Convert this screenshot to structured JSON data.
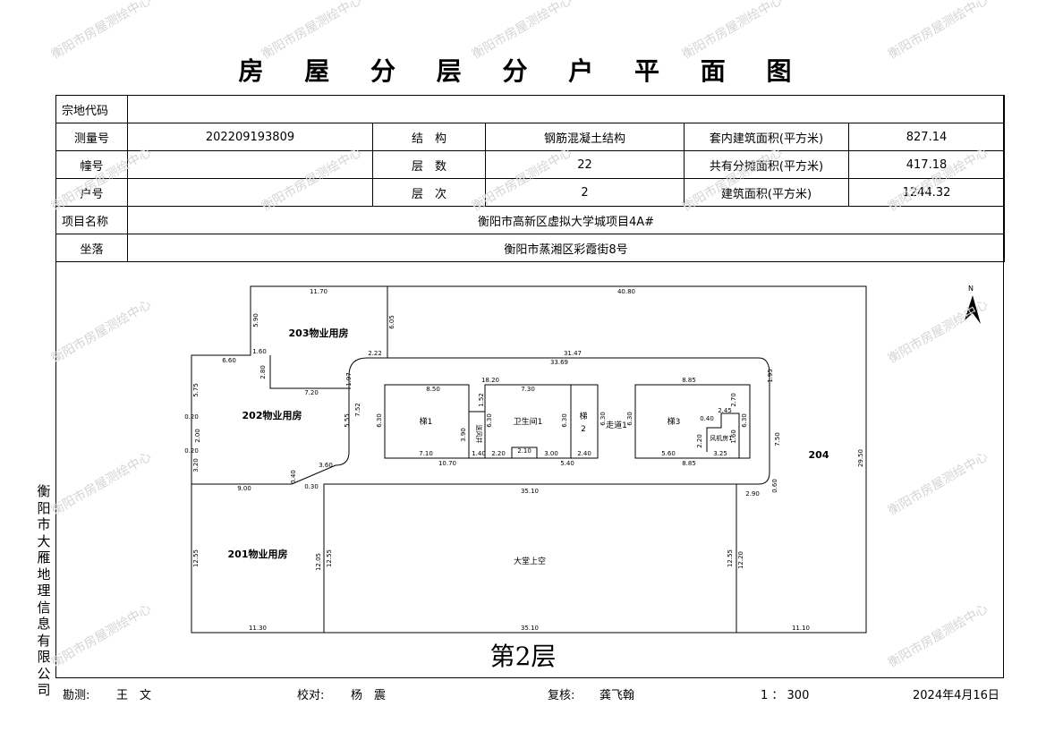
{
  "title": "房 屋 分 层 分 户 平 面 图",
  "watermark": "衡阳市房屋测绘中心",
  "info": {
    "zongdi_label": "宗地代码",
    "zongdi_value": "",
    "celiang_label": "测量号",
    "celiang_value": "202209193809",
    "jiegou_label": "结　构",
    "jiegou_value": "钢筋混凝土结构",
    "taonei_label": "套内建筑面积(平方米)",
    "taonei_value": "827.14",
    "zhuang_label": "幢号",
    "zhuang_value": "",
    "censhu_label": "层　数",
    "censhu_value": "22",
    "gongyou_label": "共有分摊面积(平方米)",
    "gongyou_value": "417.18",
    "hu_label": "户号",
    "hu_value": "",
    "cenci_label": "层　次",
    "cenci_value": "2",
    "jianzhu_label": "建筑面积(平方米)",
    "jianzhu_value": "1244.32",
    "xiangmu_label": "项目名称",
    "xiangmu_value": "衡阳市高新区虚拟大学城项目4A#",
    "zuoluo_label": "坐落",
    "zuoluo_value": "衡阳市蒸湘区彩霞街8号"
  },
  "side_text": [
    "衡",
    "阳",
    "市",
    "大",
    "雁",
    "地",
    "理",
    "信",
    "息",
    "有",
    "限",
    "公",
    "司"
  ],
  "plan": {
    "rooms": {
      "r203": "203物业用房",
      "r202": "202物业用房",
      "r201": "201物业用房",
      "r204": "204",
      "void": "大堂上空",
      "stair1": "梯1",
      "wc": "卫生间1",
      "stair2": "梯",
      "stair2b": "2",
      "corridor": "走道1",
      "stair3": "梯3",
      "fan": "风机房1",
      "shaft": "送风井"
    },
    "dims": {
      "d1170": "11.70",
      "d4080": "40.80",
      "d590": "5.90",
      "d605": "6.05",
      "d160": "1.60",
      "d280": "2.80",
      "d222": "2.22",
      "d3147": "31.47",
      "d3369": "33.69",
      "d660": "6.60",
      "d720": "7.20",
      "d197": "1.97",
      "d575": "5.75",
      "d020a": "0.20",
      "d200": "2.00",
      "d020b": "0.20",
      "d320": "3.20",
      "d555": "5.55",
      "d752": "7.52",
      "d1820": "18.20",
      "d850": "8.50",
      "d730": "7.30",
      "d885": "8.85",
      "d630a": "6.30",
      "d630b": "6.30",
      "d630c": "6.30",
      "d630d": "6.30",
      "d630e": "6.30",
      "d630f": "6.30",
      "d710": "7.10",
      "d1070": "10.70",
      "d140": "1.40",
      "d220": "2.20",
      "d210": "2.10",
      "d300": "3.00",
      "d540": "5.40",
      "d240": "2.40",
      "d560": "5.60",
      "d325": "3.25",
      "d270": "2.70",
      "d245": "2.45",
      "d160b": "1.60",
      "d220b": "2.20",
      "d040": "0.40",
      "d390": "3.90",
      "d152": "1.52",
      "d195": "1.95",
      "d750": "7.50",
      "d2950": "29.50",
      "d360": "3.60",
      "d900": "9.00",
      "d3510a": "35.10",
      "d290": "2.90",
      "d060": "0.60",
      "d1255a": "12.55",
      "d1205": "12.05",
      "d1255b": "12.55",
      "d1220": "12.20",
      "d1130": "11.30",
      "d3510b": "35.10",
      "d1110": "11.10",
      "d030": "0.30",
      "d040b": "0.40"
    },
    "north": "N"
  },
  "floor_label": "第2层",
  "footer": {
    "kance_label": "勘测:",
    "kance_name": "王　文",
    "jiaodui_label": "校对:",
    "jiaodui_name": "杨　震",
    "fuhe_label": "复核:",
    "fuhe_name": "龚飞翰",
    "scale": "1 ： 300",
    "date": "2024年4月16日"
  }
}
